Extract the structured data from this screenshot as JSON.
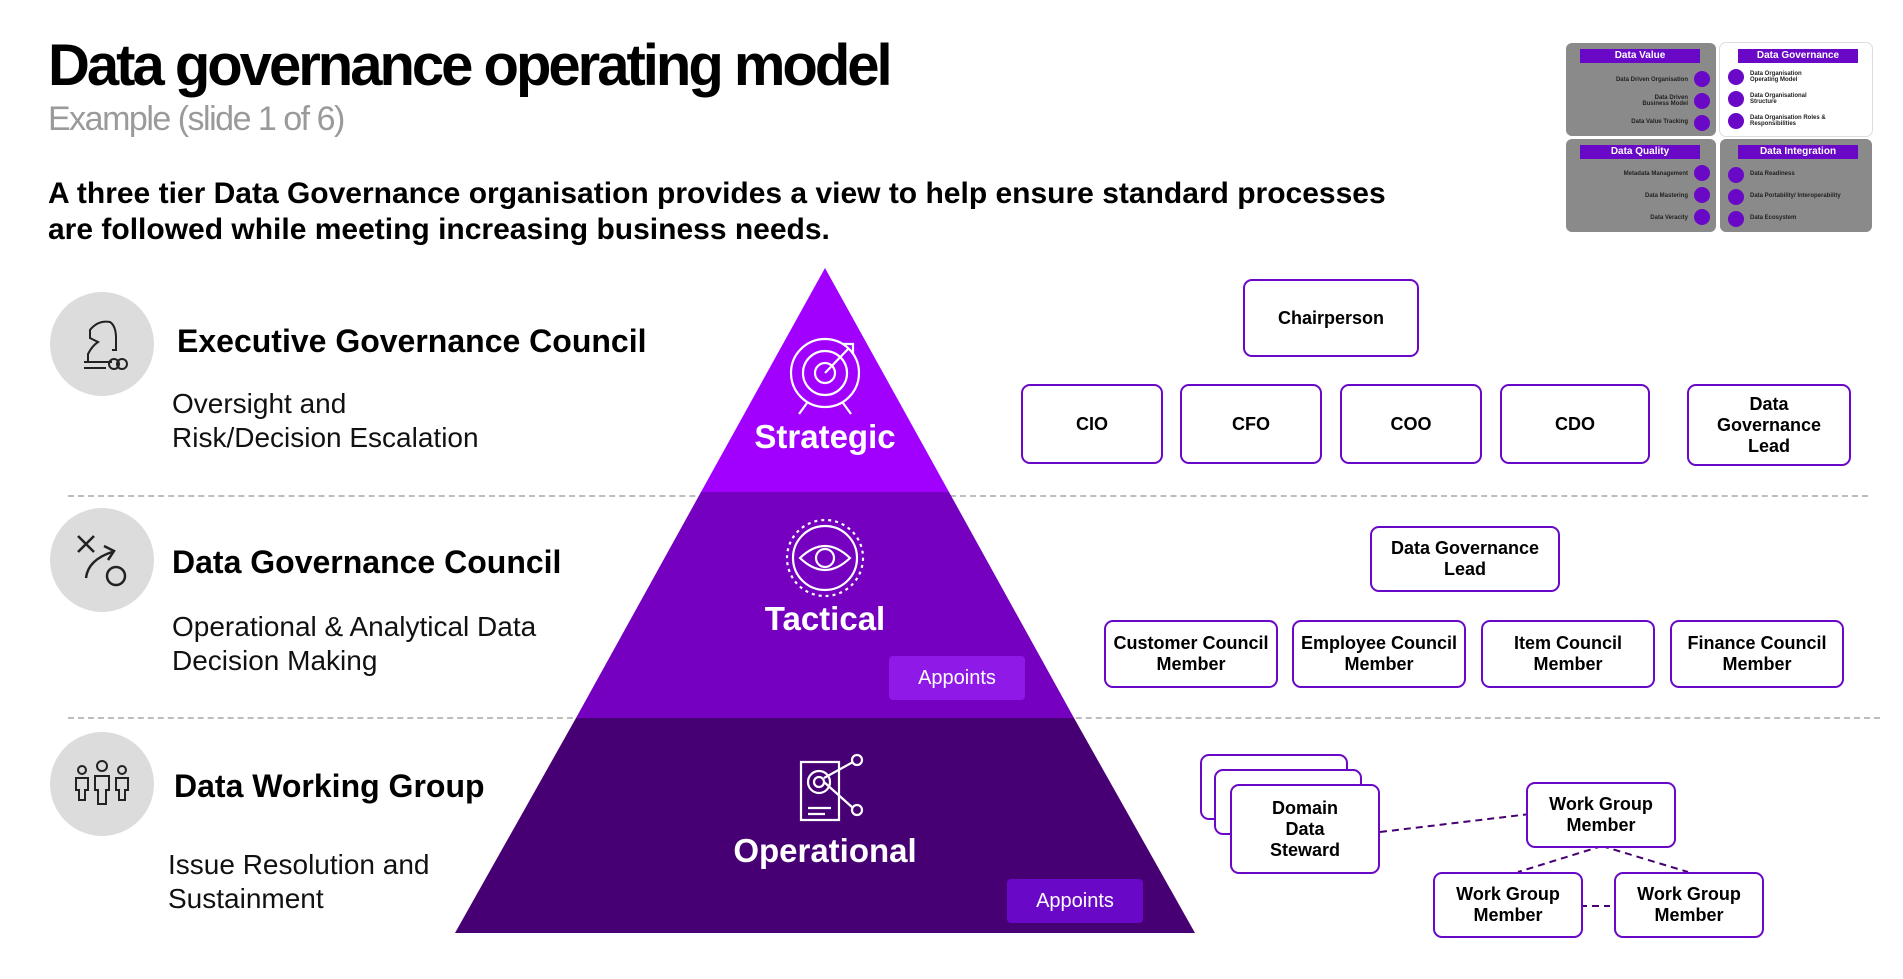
{
  "header": {
    "title": "Data governance operating model",
    "subtitle": "Example (slide 1 of 6)",
    "intro": "A three tier Data Governance organisation provides a view to help ensure standard processes are followed while meeting increasing business needs."
  },
  "tiers": [
    {
      "icon": "chess-knight-icon",
      "heading": "Executive Governance Council",
      "desc_line1": "Oversight and",
      "desc_line2": "Risk/Decision Escalation"
    },
    {
      "icon": "strategy-play-icon",
      "heading": "Data Governance Council",
      "desc_line1": "Operational & Analytical Data",
      "desc_line2": "Decision Making"
    },
    {
      "icon": "people-group-icon",
      "heading": "Data Working Group",
      "desc_line1": "Issue Resolution and",
      "desc_line2": "Sustainment"
    }
  ],
  "pyramid": {
    "strategic": "Strategic",
    "tactical": "Tactical",
    "operational": "Operational",
    "appoints_tactical": "Appoints",
    "appoints_operational": "Appoints",
    "icons": [
      "target-icon",
      "eye-icon",
      "document-analysis-icon"
    ],
    "colors": {
      "strategic": "#a100ff",
      "tactical": "#7500c0",
      "operational": "#460073"
    }
  },
  "org": {
    "strategic": {
      "chair": "Chairperson",
      "members": [
        "CIO",
        "CFO",
        "COO",
        "CDO",
        "Data Governance Lead"
      ]
    },
    "tactical": {
      "lead": "Data Governance Lead",
      "members": [
        "Customer Council Member",
        "Employee Council Member",
        "Item Council Member",
        "Finance Council Member"
      ]
    },
    "operational": {
      "steward": "Domain Data Steward",
      "top_member": "Work Group Member",
      "bottom_left": "Work Group Member",
      "bottom_right": "Work Group Member"
    }
  },
  "thumbnail": {
    "quadrants": [
      {
        "title": "Data Value",
        "items": [
          "Data Driven Organisation",
          "Data Driven Business Model",
          "Data Value Tracking"
        ]
      },
      {
        "title": "Data Governance",
        "items": [
          "Data Organisation Operating Model",
          "Data Organisational Structure",
          "Data Organisation Roles & Responsibilities"
        ]
      },
      {
        "title": "Data Quality",
        "items": [
          "Metadata Management",
          "Data Mastering",
          "Data Veracity"
        ]
      },
      {
        "title": "Data Integration",
        "items": [
          "Data Readiness",
          "Data Portability/ Interoperability",
          "Data Ecosystem"
        ]
      }
    ]
  }
}
